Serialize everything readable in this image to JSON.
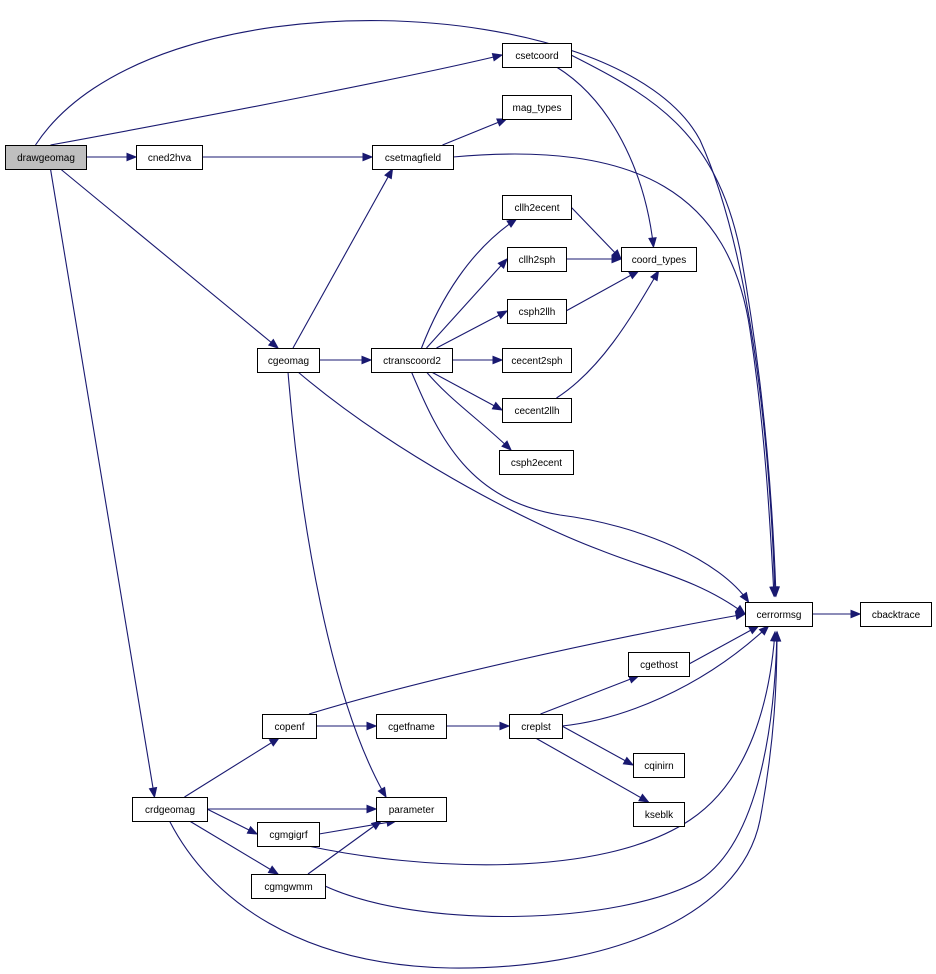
{
  "nodes": {
    "drawgeomag": "drawgeomag",
    "cned2hva": "cned2hva",
    "csetcoord": "csetcoord",
    "mag_types": "mag_types",
    "csetmagfield": "csetmagfield",
    "cllh2ecent": "cllh2ecent",
    "cllh2sph": "cllh2sph",
    "coord_types": "coord_types",
    "csph2llh": "csph2llh",
    "cgeomag": "cgeomag",
    "ctranscoord2": "ctranscoord2",
    "cecent2sph": "cecent2sph",
    "cecent2llh": "cecent2llh",
    "csph2ecent": "csph2ecent",
    "cerrormsg": "cerrormsg",
    "cbacktrace": "cbacktrace",
    "cgethost": "cgethost",
    "copenf": "copenf",
    "cgetfname": "cgetfname",
    "creplst": "creplst",
    "cqinim": "cqinirn",
    "kseblk": "kseblk",
    "crdgeomag": "crdgeomag",
    "parameter": "parameter",
    "cgmgigrf": "cgmgigrf",
    "cgmgwmm": "cgmgwmm"
  },
  "root_node": "drawgeomag",
  "edges": [
    [
      "drawgeomag",
      "cned2hva"
    ],
    [
      "drawgeomag",
      "csetcoord"
    ],
    [
      "drawgeomag",
      "cerrormsg"
    ],
    [
      "drawgeomag",
      "cgeomag"
    ],
    [
      "drawgeomag",
      "crdgeomag"
    ],
    [
      "cned2hva",
      "csetmagfield"
    ],
    [
      "csetcoord",
      "coord_types"
    ],
    [
      "csetcoord",
      "cerrormsg"
    ],
    [
      "csetmagfield",
      "mag_types"
    ],
    [
      "csetmagfield",
      "cerrormsg"
    ],
    [
      "cgeomag",
      "csetmagfield"
    ],
    [
      "cgeomag",
      "ctranscoord2"
    ],
    [
      "cgeomag",
      "cerrormsg"
    ],
    [
      "cgeomag",
      "parameter"
    ],
    [
      "ctranscoord2",
      "cllh2ecent"
    ],
    [
      "ctranscoord2",
      "cllh2sph"
    ],
    [
      "ctranscoord2",
      "csph2llh"
    ],
    [
      "ctranscoord2",
      "cecent2sph"
    ],
    [
      "ctranscoord2",
      "cecent2llh"
    ],
    [
      "ctranscoord2",
      "csph2ecent"
    ],
    [
      "ctranscoord2",
      "cerrormsg"
    ],
    [
      "cllh2ecent",
      "coord_types"
    ],
    [
      "cllh2sph",
      "coord_types"
    ],
    [
      "csph2llh",
      "coord_types"
    ],
    [
      "cecent2llh",
      "coord_types"
    ],
    [
      "cerrormsg",
      "cbacktrace"
    ],
    [
      "crdgeomag",
      "copenf"
    ],
    [
      "crdgeomag",
      "parameter"
    ],
    [
      "crdgeomag",
      "cgmgigrf"
    ],
    [
      "crdgeomag",
      "cgmgwmm"
    ],
    [
      "crdgeomag",
      "cerrormsg"
    ],
    [
      "copenf",
      "cgetfname"
    ],
    [
      "copenf",
      "cerrormsg"
    ],
    [
      "cgetfname",
      "creplst"
    ],
    [
      "creplst",
      "cgethost"
    ],
    [
      "creplst",
      "cqinim"
    ],
    [
      "creplst",
      "kseblk"
    ],
    [
      "creplst",
      "cerrormsg"
    ],
    [
      "cgethost",
      "cerrormsg"
    ],
    [
      "cgmgigrf",
      "parameter"
    ],
    [
      "cgmgigrf",
      "cerrormsg"
    ],
    [
      "cgmgwmm",
      "parameter"
    ],
    [
      "cgmgwmm",
      "cerrormsg"
    ]
  ],
  "colors": {
    "edge": "#191970",
    "root_fill": "#bfbfbf",
    "node_fill": "#ffffff",
    "node_border": "#000000"
  }
}
